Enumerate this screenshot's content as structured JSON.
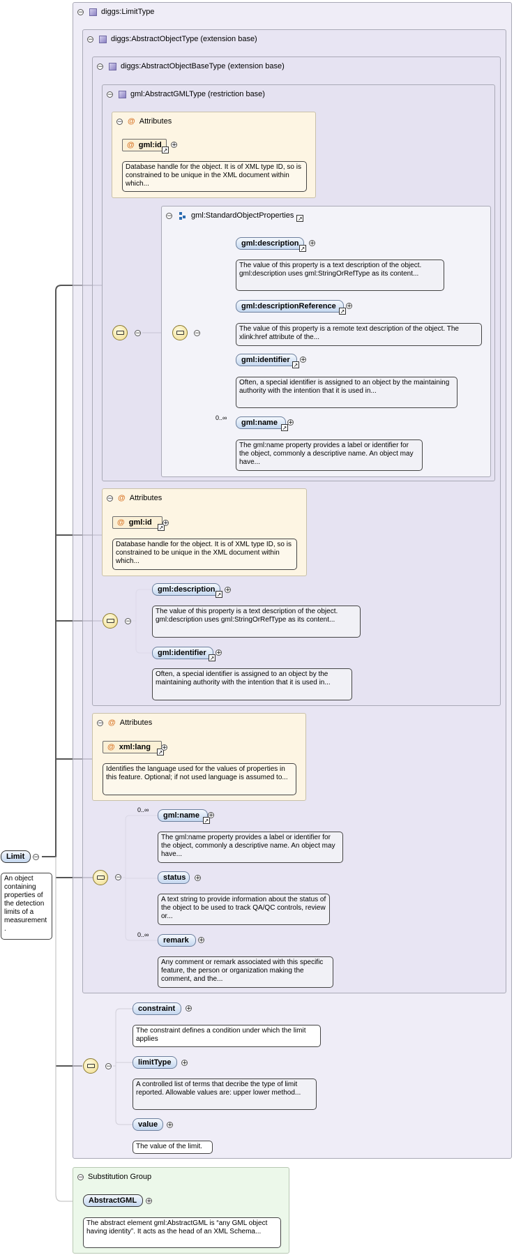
{
  "root": {
    "name": "Limit",
    "doc": "An object containing properties of the detection limits of a measurement ."
  },
  "types": {
    "limit_type": "diggs:LimitType",
    "abstract_object_type": "diggs:AbstractObjectType (extension base)",
    "abstract_object_base_type": "diggs:AbstractObjectBaseType (extension base)",
    "abstract_gml_type": "gml:AbstractGMLType (restriction base)"
  },
  "attributes_label": "Attributes",
  "gml_attrs": {
    "id_name": "gml:id",
    "id_doc": "Database handle for the object. It is of XML type ID, so is constrained to be unique in the XML document within which..."
  },
  "standard_props": {
    "group_name": "gml:StandardObjectProperties",
    "description": "gml:description",
    "description_doc": "The value of this property is a text description of the object. gml:description uses gml:StringOrRefType as its content...",
    "description_reference": "gml:descriptionReference",
    "description_reference_doc": "The value of this property is a remote text description of the object. The xlink:href attribute of the...",
    "identifier": "gml:identifier",
    "identifier_doc": "Often, a special identifier is assigned to an object by the maintaining authority with the intention that it is used in...",
    "name": "gml:name",
    "name_doc": "The gml:name property provides a label or identifier for the object, commonly a descriptive name. An object may have...",
    "name_card": "0..∞"
  },
  "base_attrs": {
    "id_name": "gml:id",
    "id_doc": "Database handle for the object. It is of XML type ID, so is constrained to be unique in the XML document within which..."
  },
  "base_seq": {
    "description": "gml:description",
    "description_doc": "The value of this property is a text description of the object. gml:description uses gml:StringOrRefType as its content...",
    "identifier": "gml:identifier",
    "identifier_doc": "Often, a special identifier is assigned to an object by the maintaining authority with the intention that it is used in..."
  },
  "object_attrs": {
    "lang_name": "xml:lang",
    "lang_doc": "Identifies the language used for the values of properties in this feature. Optional; if not used language is assumed to..."
  },
  "object_seq": {
    "name": "gml:name",
    "name_card": "0..∞",
    "name_doc": "The gml:name property provides a label or identifier for the object, commonly a descriptive name. An object may have...",
    "status": "status",
    "status_doc": "A text string to provide information about the status of the object to be used to track QA/QC controls, review or...",
    "remark": "remark",
    "remark_card": "0..∞",
    "remark_doc": "Any comment or remark associated with this specific feature, the person or organization making the comment, and the..."
  },
  "limit_seq": {
    "constraint": "constraint",
    "constraint_doc": "The constraint defines a condition under which the limit applies",
    "limit_type": "limitType",
    "limit_type_doc": "A controlled list of terms that decribe the type of limit reported. Allowable values are: upper lower method...",
    "value": "value",
    "value_doc": "The value of the limit."
  },
  "substitution": {
    "label": "Substitution Group",
    "name": "AbstractGML",
    "doc": "The abstract element gml:AbstractGML is “any GML object having identity”. It acts as the head of an XML Schema..."
  },
  "glyphs": {
    "collapse": "−",
    "expand": "+",
    "ref": "↗"
  },
  "icons": {
    "type": "complex-type-icon",
    "attribute": "attribute-at-icon",
    "group": "model-group-icon",
    "sequence": "sequence-compositor-icon",
    "reference": "reference-arrow-icon"
  },
  "colors": {
    "element_fill": "#c5d8f0",
    "type_panel": "#e1dff0",
    "attributes_panel": "#fdf5e3",
    "substitution_panel": "#ecf8ea",
    "attribute_symbol": "#d9782b",
    "connector": "#555555"
  }
}
